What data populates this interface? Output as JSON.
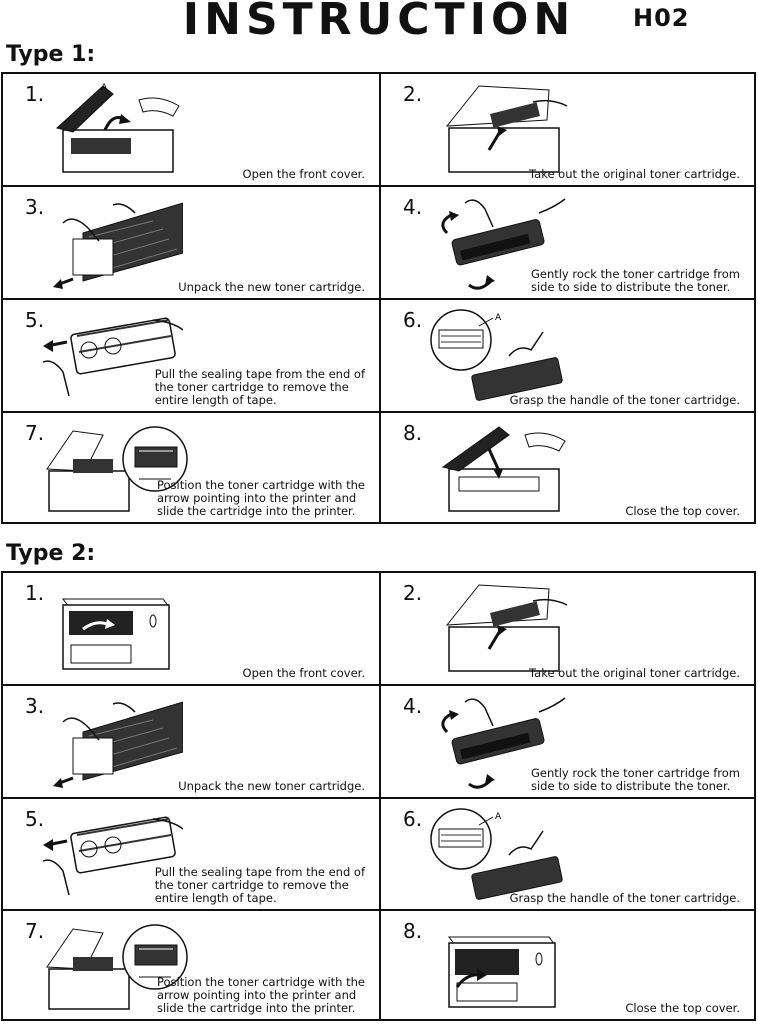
{
  "header": {
    "title": "INSTRUCTION",
    "code": "H02"
  },
  "sections": [
    {
      "heading": "Type 1:",
      "steps": [
        {
          "num": "1.",
          "caption": "Open the front cover.",
          "art": "printer-open-top-icon"
        },
        {
          "num": "2.",
          "caption": "Take out the original toner cartridge.",
          "art": "printer-remove-cartridge-icon"
        },
        {
          "num": "3.",
          "caption": "Unpack the new toner cartridge.",
          "art": "unpack-cartridge-icon"
        },
        {
          "num": "4.",
          "caption": "Gently rock the toner cartridge from\nside to side to distribute the toner.",
          "art": "rock-cartridge-icon"
        },
        {
          "num": "5.",
          "caption": "Pull the sealing tape from the end of\nthe toner cartridge to remove the\nentire length of tape.",
          "art": "pull-tape-icon"
        },
        {
          "num": "6.",
          "caption": "Grasp the handle of the toner cartridge.",
          "art": "grasp-handle-icon"
        },
        {
          "num": "7.",
          "caption": "Position the toner cartridge with the\narrow pointing into the printer and\nslide the cartridge into the printer.",
          "art": "insert-cartridge-icon"
        },
        {
          "num": "8.",
          "caption": "Close the top cover.",
          "art": "printer-close-top-icon"
        }
      ]
    },
    {
      "heading": "Type 2:",
      "steps": [
        {
          "num": "1.",
          "caption": "Open the front cover.",
          "art": "printer-open-front-icon"
        },
        {
          "num": "2.",
          "caption": "Take out the original toner cartridge.",
          "art": "printer-remove-cartridge-icon"
        },
        {
          "num": "3.",
          "caption": "Unpack the new toner cartridge.",
          "art": "unpack-cartridge-icon"
        },
        {
          "num": "4.",
          "caption": "Gently rock the toner cartridge from\nside to side to distribute the toner.",
          "art": "rock-cartridge-icon"
        },
        {
          "num": "5.",
          "caption": "Pull the sealing tape from the end of\nthe toner cartridge to remove the\nentire length of tape.",
          "art": "pull-tape-icon"
        },
        {
          "num": "6.",
          "caption": "Grasp the handle of the toner cartridge.",
          "art": "grasp-handle-icon"
        },
        {
          "num": "7.",
          "caption": "Position the toner cartridge with the\narrow pointing into the printer and\nslide the cartridge into the printer.",
          "art": "insert-cartridge-icon"
        },
        {
          "num": "8.",
          "caption": "Close the top cover.",
          "art": "printer-close-front-icon"
        }
      ]
    }
  ]
}
